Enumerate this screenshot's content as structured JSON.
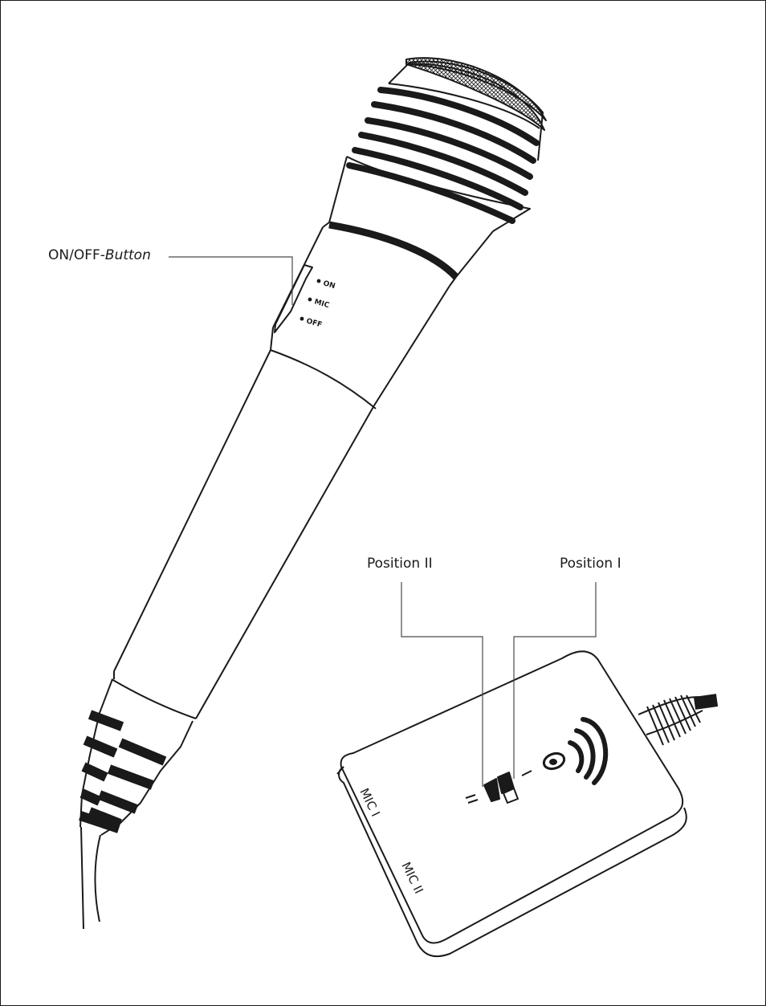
{
  "callouts": {
    "onoff_prefix": "ON/OFF-",
    "onoff_emphasis": "Button",
    "position_2": "Position II",
    "position_1": "Position I"
  },
  "switch_labels": {
    "on": "ON",
    "mic": "MIC",
    "off": "OFF"
  },
  "receiver": {
    "mic_1": "MIC I",
    "mic_2": "MIC II",
    "slot_2_mark": "II",
    "slot_1_mark": "I"
  },
  "colors": {
    "ink": "#1a1a1a",
    "paper": "#ffffff"
  }
}
